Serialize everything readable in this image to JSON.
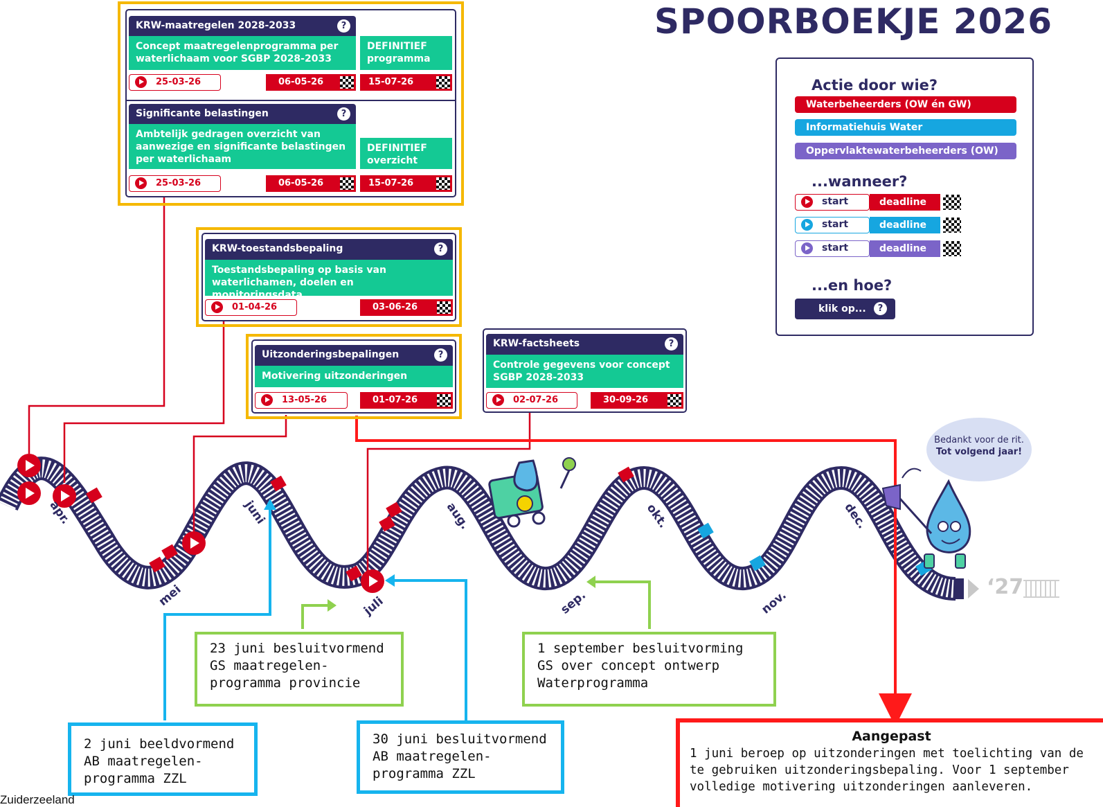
{
  "title": "SPOORBOEKJE 2026",
  "cards": {
    "maatregelen": {
      "title": "KRW-maatregelen 2028-2033",
      "description": "Concept maatregelenprogramma per waterlichaam voor SGBP 2028-2033",
      "start": "25-03-26",
      "deadline": "06-05-26",
      "final_label": "DEFINITIEF programma",
      "final_date": "15-07-26"
    },
    "belastingen": {
      "title": "Significante belastingen",
      "description": "Ambtelijk gedragen overzicht van aanwezige en significante belastingen per waterlichaam",
      "start": "25-03-26",
      "deadline": "06-05-26",
      "final_label": "DEFINITIEF overzicht",
      "final_date": "15-07-26"
    },
    "toestand": {
      "title": "KRW-toestandsbepaling",
      "description": "Toestandsbepaling op basis van waterlichamen, doelen en monitoringsdata",
      "start": "01-04-26",
      "deadline": "03-06-26"
    },
    "uitzondering": {
      "title": "Uitzonderingsbepalingen",
      "description": "Motivering uitzonderingen",
      "start": "13-05-26",
      "deadline": "01-07-26"
    },
    "factsheets": {
      "title": "KRW-factsheets",
      "description": "Controle gegevens voor concept SGBP 2028-2033",
      "start": "02-07-26",
      "deadline": "30-09-26"
    }
  },
  "help_glyph": "?",
  "legend": {
    "heading_who": "Actie door wie?",
    "roles": [
      {
        "label": "Waterbeheerders (OW én GW)",
        "color": "#d6001c"
      },
      {
        "label": "Informatiehuis Water",
        "color": "#16a6e0"
      },
      {
        "label": "Oppervlaktewaterbeheerders (OW)",
        "color": "#7b64c8"
      }
    ],
    "heading_when": "...wanneer?",
    "start_label": "start",
    "deadline_label": "deadline",
    "heading_how": "...en hoe?",
    "click_label": "klik op...",
    "colors": [
      "#d6001c",
      "#16a6e0",
      "#7b64c8"
    ]
  },
  "months": [
    "apr.",
    "mei",
    "juni",
    "juli",
    "aug.",
    "sep.",
    "okt.",
    "nov.",
    "dec."
  ],
  "year_next": "‘27",
  "bubble": {
    "line1": "Bedankt voor de rit.",
    "line2": "Tot volgend jaar!"
  },
  "notes": {
    "gs_juni": "23 juni besluitvormend GS maatregelen-programma provincie",
    "ab_2juni": "2 juni beeldvormend AB maatregelen-programma ZZL",
    "ab_30juni": "30 juni besluitvormend AB maatregelen-programma ZZL",
    "gs_sep": "1 september besluitvorming GS over concept ontwerp Waterprogramma",
    "aangepast_title": "Aangepast",
    "aangepast_body": "1 juni beroep op uitzonderingen met toelichting van de te gebruiken uitzonderingsbepaling. Voor 1 september volledige motivering uitzonderingen aanleveren."
  },
  "footer": "Zuiderzeeland",
  "colors": {
    "navy": "#2e2a63",
    "green": "#14c994",
    "red": "#d6001c",
    "orange": "#f5b800",
    "blue": "#16b4ee",
    "lime": "#8fd14f"
  }
}
